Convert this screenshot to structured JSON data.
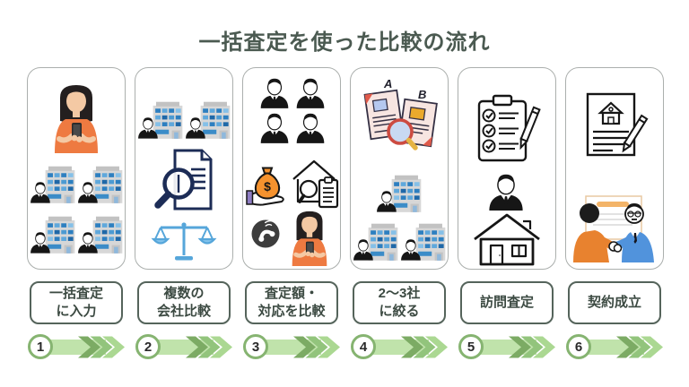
{
  "title": "一括査定を使った比較の流れ",
  "steps": [
    {
      "number": "1",
      "label_line1": "一括査定",
      "label_line2": "に入力",
      "icons": [
        "woman-using-smartphone",
        "office-building-agent",
        "office-building-agent",
        "office-building-agent",
        "office-building-agent"
      ]
    },
    {
      "number": "2",
      "label_line1": "複数の",
      "label_line2": "会社比較",
      "icons": [
        "office-building-agent",
        "office-building-agent",
        "document-magnifier",
        "balance-scale"
      ]
    },
    {
      "number": "3",
      "label_line1": "査定額・",
      "label_line2": "対応を比較",
      "icons": [
        "businessperson",
        "businessperson",
        "businessperson",
        "businessperson",
        "money-bag-in-hand",
        "house-appraisal-clipboard",
        "phone-call",
        "woman-using-smartphone"
      ]
    },
    {
      "number": "4",
      "label_line1": "2〜3社",
      "label_line2": "に絞る",
      "icons": [
        "documents-a-b-compare",
        "office-building-agent",
        "office-building-agent",
        "office-building-agent"
      ]
    },
    {
      "number": "5",
      "label_line1": "訪問査定",
      "label_line2": "",
      "icons": [
        "checklist-clipboard-pencil",
        "businessperson",
        "house-outline"
      ]
    },
    {
      "number": "6",
      "label_line1": "契約成立",
      "label_line2": "",
      "icons": [
        "contract-document-pen",
        "handshake-agreement"
      ]
    }
  ],
  "annotations": {
    "doc_a_label": "A",
    "doc_b_label": "B",
    "money_symbol": "$"
  },
  "colors": {
    "title_text": "#4b5a51",
    "label_border": "#55645b",
    "label_text": "#3c4a42",
    "panel_border": "#abafad",
    "arrow_bar": "#c0e3ab",
    "arrow_chevron_dark": "#7cab64",
    "arrow_chevron_mid": "#92c47c",
    "arrow_chevron_light": "#abd892",
    "arrow_circle_ring": "#86b471",
    "number_text": "#2a2a2a",
    "woman_shirt": "#ee7a41",
    "building_gray": "#d7d7d7",
    "window_blue": "#2d7fc0",
    "navy_icon": "#1c2c56",
    "scale_blue": "#56a6da",
    "money_bag_orange": "#f5922e",
    "doc_pink": "#f7e5e1",
    "magnifier_red": "#cc4b41",
    "suit_blue": "#5193dc"
  }
}
